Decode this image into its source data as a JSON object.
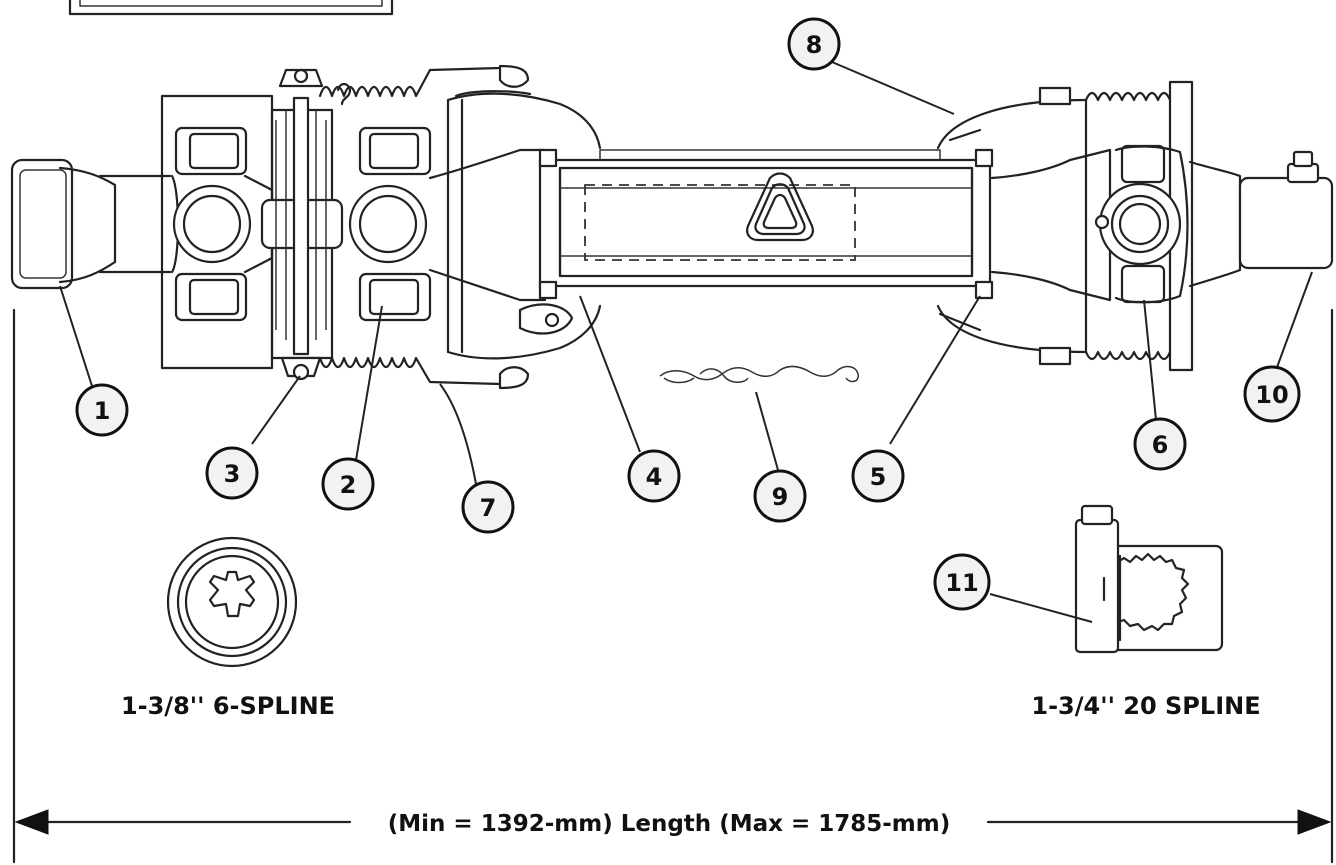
{
  "callouts": [
    "1",
    "2",
    "3",
    "4",
    "5",
    "6",
    "7",
    "8",
    "9",
    "10",
    "11"
  ],
  "labels": {
    "left_spline": "1-3/8'' 6-SPLINE",
    "right_spline": "1-3/4'' 20 SPLINE",
    "dimension": "(Min = 1392-mm)  Length  (Max = 1785-mm)"
  }
}
